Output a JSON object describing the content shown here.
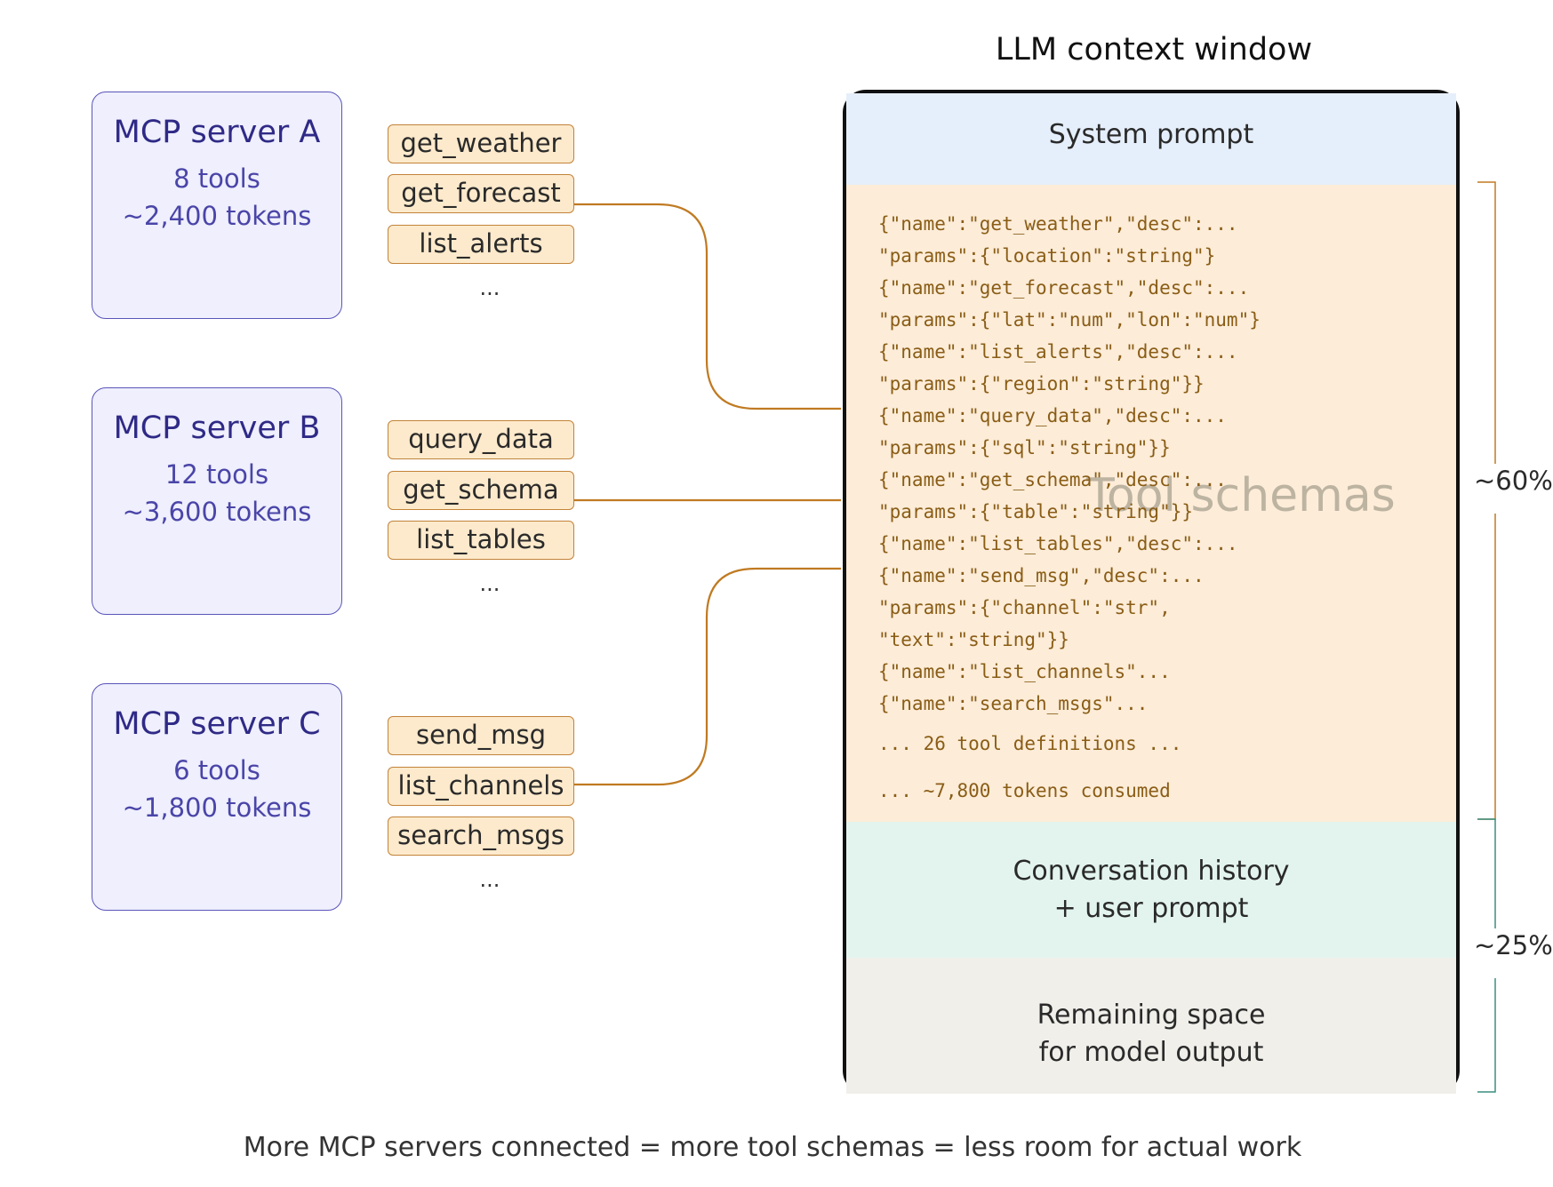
{
  "servers": [
    {
      "name": "MCP server A",
      "tools": "8 tools",
      "tokens": "~2,400 tokens"
    },
    {
      "name": "MCP server B",
      "tools": "12 tools",
      "tokens": "~3,600 tokens"
    },
    {
      "name": "MCP server C",
      "tools": "6 tools",
      "tokens": "~1,800 tokens"
    }
  ],
  "tool_groups": [
    {
      "tools": [
        "get_weather",
        "get_forecast",
        "list_alerts"
      ],
      "more": "..."
    },
    {
      "tools": [
        "query_data",
        "get_schema",
        "list_tables"
      ],
      "more": "..."
    },
    {
      "tools": [
        "send_msg",
        "list_channels",
        "search_msgs"
      ],
      "more": "..."
    }
  ],
  "context_window": {
    "title": "LLM context window",
    "system_prompt": "System prompt",
    "tool_schemas_label": "Tool schemas",
    "schema_lines": [
      "{\"name\":\"get_weather\",\"desc\":...",
      "\"params\":{\"location\":\"string\"}",
      "{\"name\":\"get_forecast\",\"desc\":...",
      "\"params\":{\"lat\":\"num\",\"lon\":\"num\"}",
      "{\"name\":\"list_alerts\",\"desc\":...",
      "\"params\":{\"region\":\"string\"}}",
      "{\"name\":\"query_data\",\"desc\":...",
      "\"params\":{\"sql\":\"string\"}}",
      "{\"name\":\"get_schema\",\"desc\":...",
      "\"params\":{\"table\":\"string\"}}",
      "{\"name\":\"list_tables\",\"desc\":...",
      "{\"name\":\"send_msg\",\"desc\":...",
      "\"params\":{\"channel\":\"str\",",
      "\"text\":\"string\"}}",
      "{\"name\":\"list_channels\"...",
      "{\"name\":\"search_msgs\"..."
    ],
    "schema_summary": "... 26 tool definitions ...",
    "schema_tokens": "... ~7,800 tokens consumed",
    "conversation": [
      "Conversation history",
      "+ user prompt"
    ],
    "remaining": [
      "Remaining space",
      "for model output"
    ]
  },
  "percentages": {
    "schemas": "~60%",
    "conversation": "~25%"
  },
  "caption": "More MCP servers connected = more tool schemas = less room for actual work",
  "colors": {
    "server_fill": "#efeffd",
    "server_border": "#5a55b8",
    "tool_fill": "#fdeacc",
    "connector": "#c07a22",
    "bracket": "#3a8f80"
  }
}
